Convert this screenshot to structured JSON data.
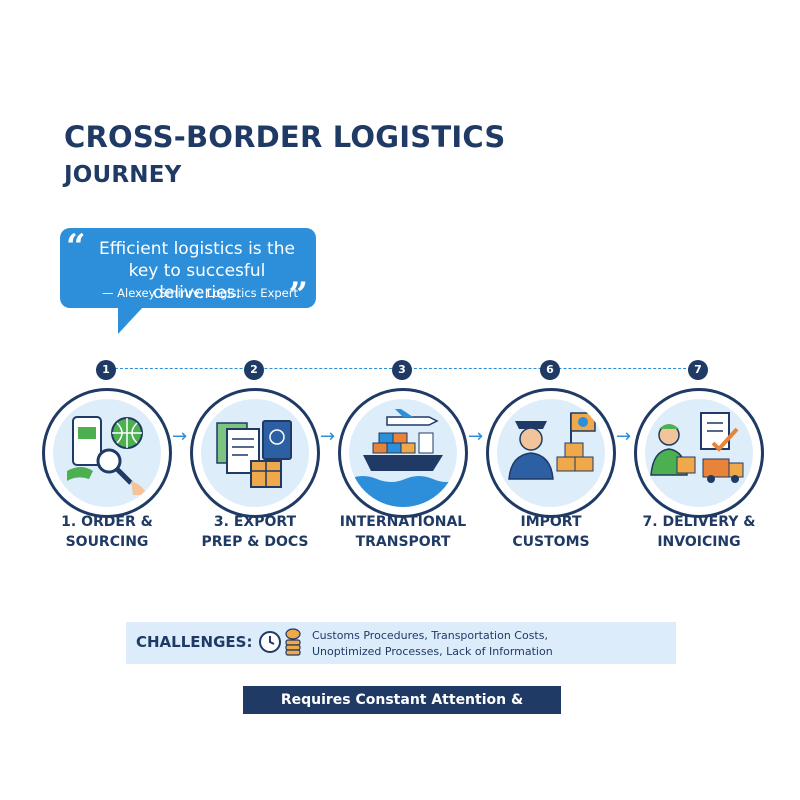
{
  "title": {
    "line1": "CROSS-BORDER LOGISTICS",
    "line2": "JOURNEY"
  },
  "quote": {
    "text": "Efficient logistics is the key to succesful deliveries.",
    "author": "— Alexey Sminrv, Logistics Expert"
  },
  "steps": [
    {
      "number": "1",
      "label_line1": "1. ORDER &",
      "label_line2": "SOURCING",
      "icon": "phone-shopping-globe-icon"
    },
    {
      "number": "2",
      "label_line1": "3. EXPORT",
      "label_line2": "PREP & DOCS",
      "icon": "documents-passport-box-icon"
    },
    {
      "number": "3",
      "label_line1": "INTERNATIONAL",
      "label_line2": "TRANSPORT",
      "icon": "ship-plane-icon"
    },
    {
      "number": "6",
      "label_line1": "IMPORT",
      "label_line2": "CUSTOMS",
      "icon": "customs-officer-flag-icon"
    },
    {
      "number": "7",
      "label_line1": "7. DELIVERY &",
      "label_line2": "INVOICING",
      "icon": "courier-checklist-truck-icon"
    }
  ],
  "challenges": {
    "heading": "CHALLENGES:",
    "line1": "Customs Procedures, Transportation Costs,",
    "line2": "Unoptimized Processes, Lack of Information"
  },
  "banner": "Requires Constant Attention & Adaptation",
  "colors": {
    "navy": "#1f3a64",
    "blue": "#2d8fd9",
    "light": "#ddeefa"
  }
}
